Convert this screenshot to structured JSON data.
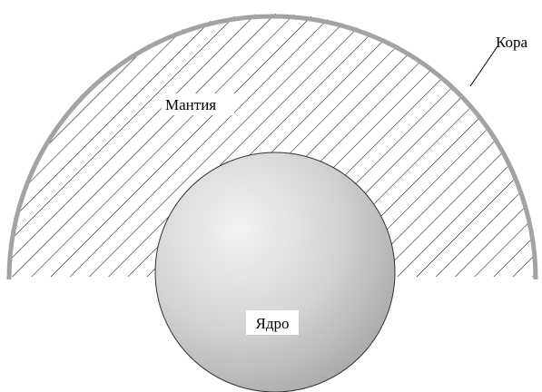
{
  "labels": {
    "crust": "Кора",
    "mantle": "Мантия",
    "core": "Ядро"
  },
  "colors": {
    "crust_stroke": "#a3a3a3",
    "hatch": "#000000",
    "core_light": "#f3f3f3",
    "core_mid": "#d4d4d4",
    "core_dark": "#a9a9a9",
    "core_outline": "#333333"
  }
}
